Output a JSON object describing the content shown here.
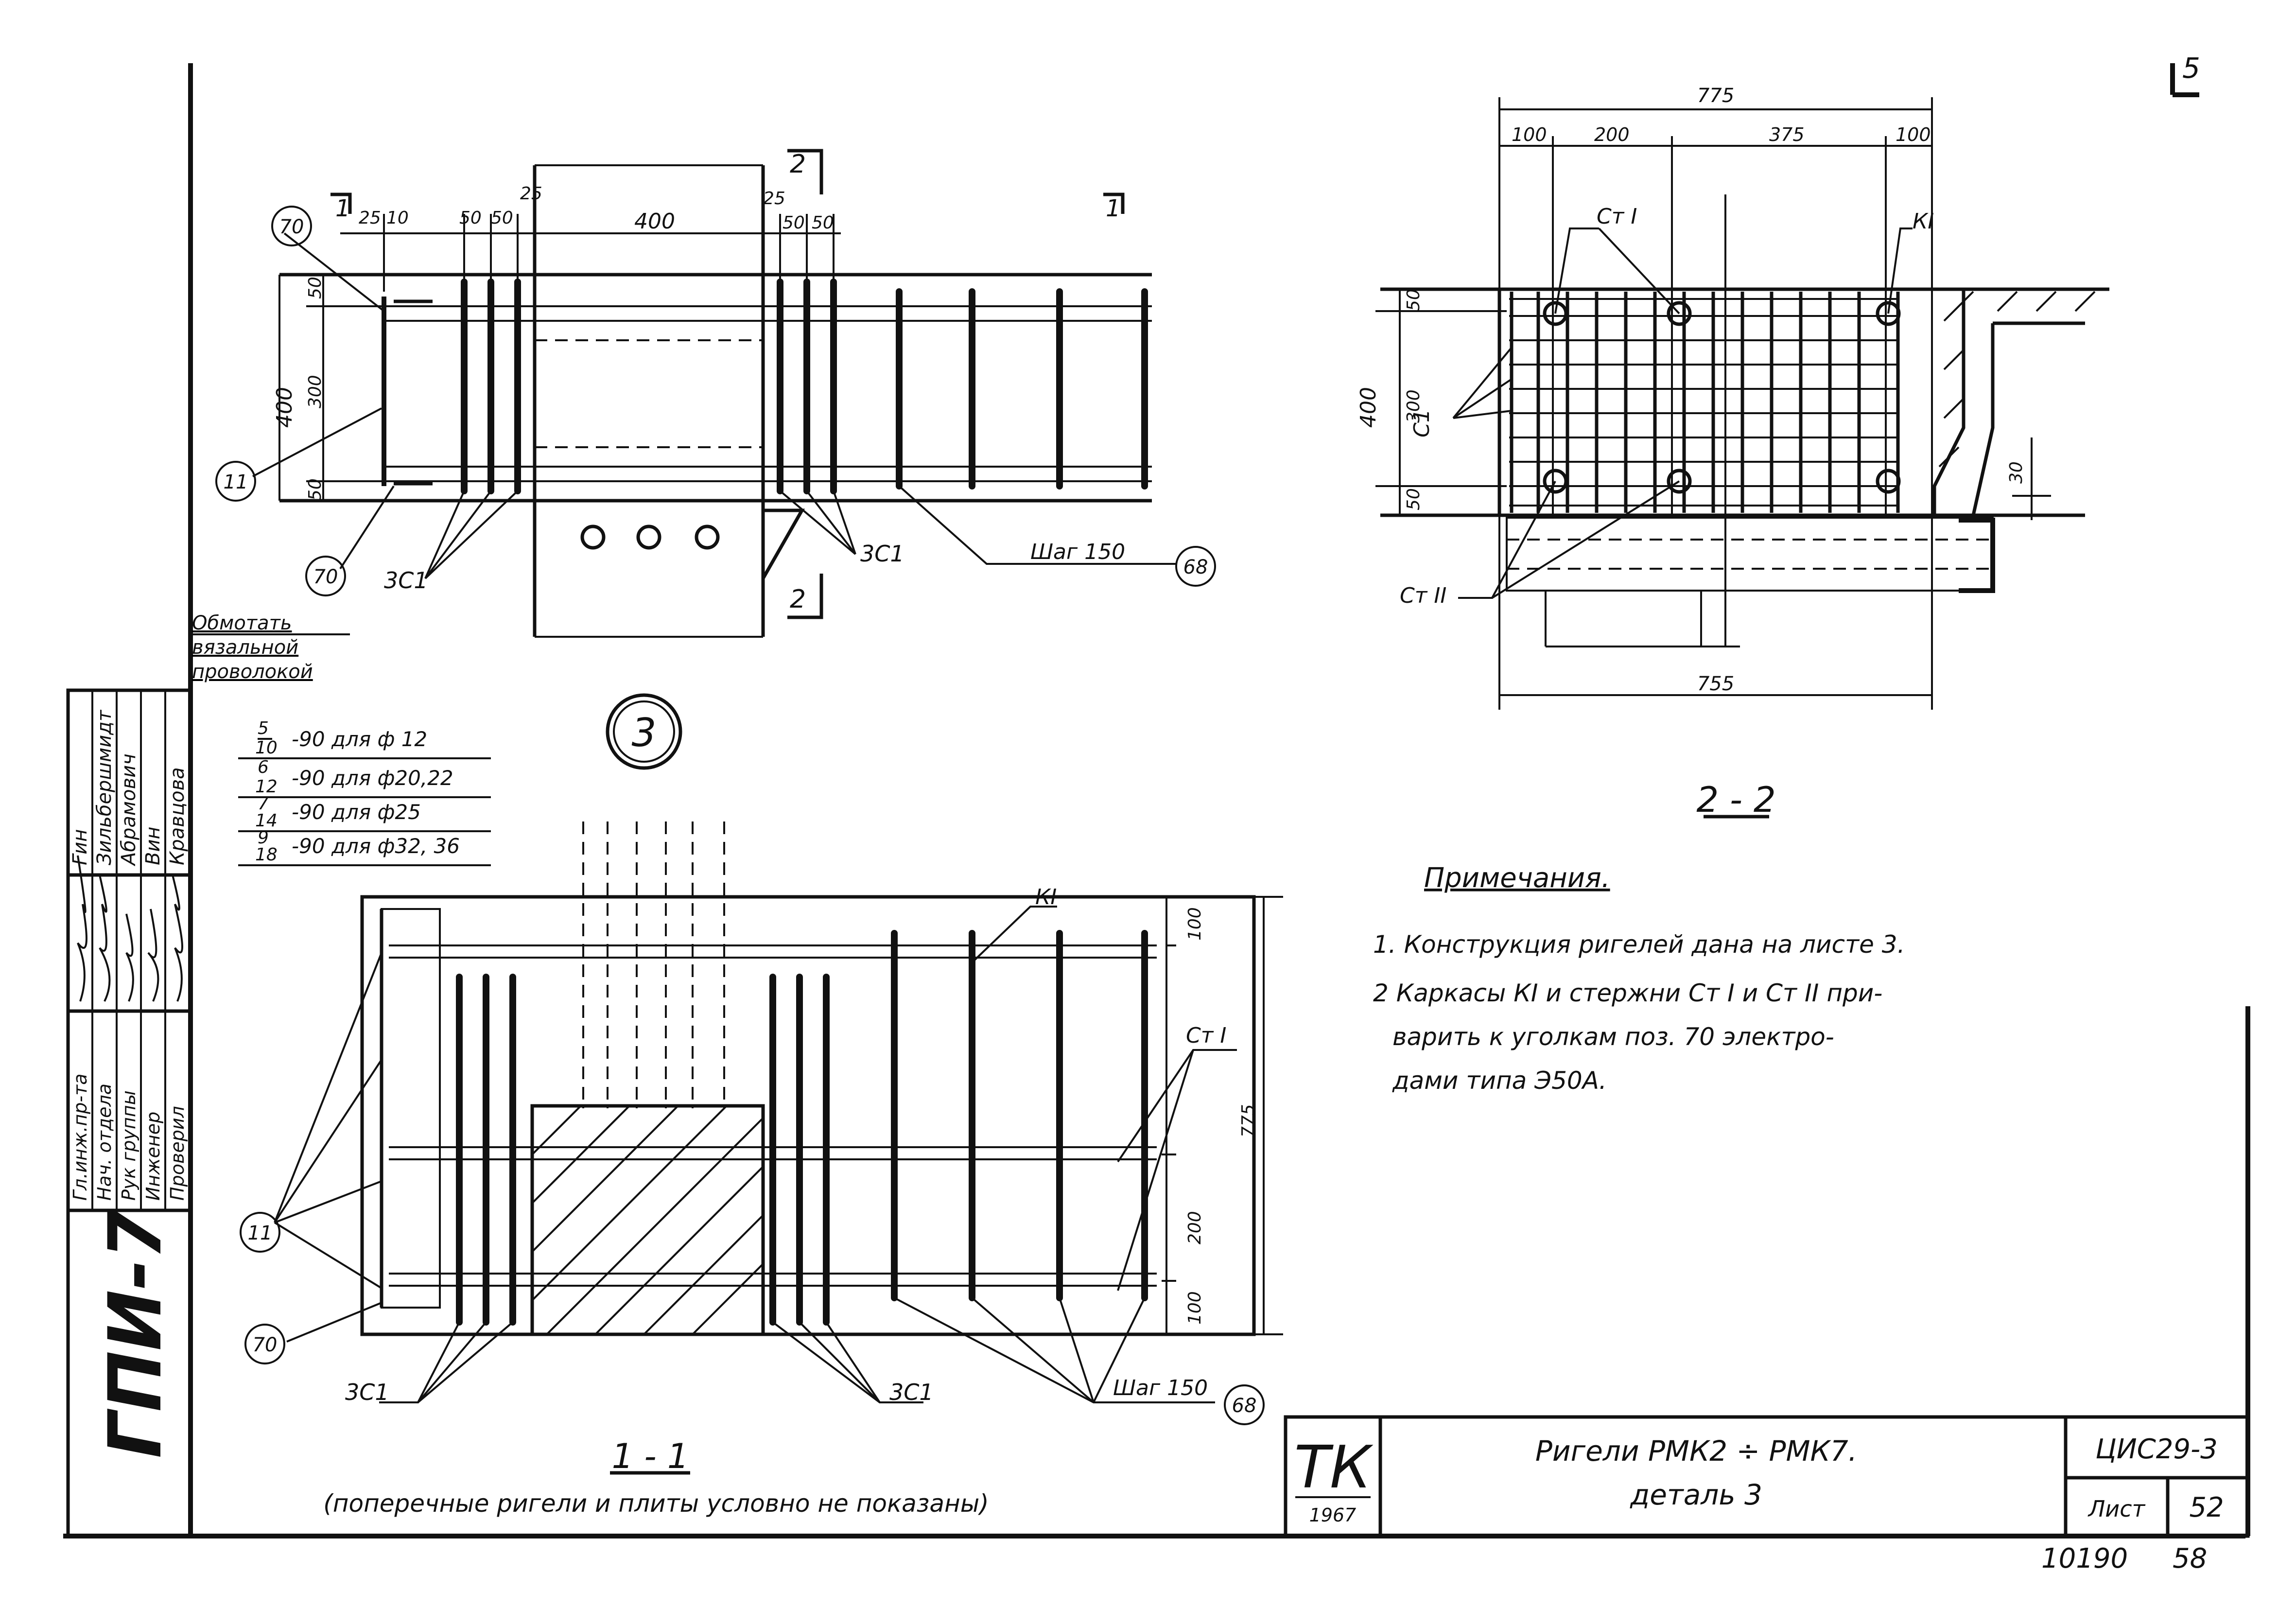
{
  "sheet_number_top": "5",
  "stamp_side": "ГПИ-7",
  "signature_roles": [
    "Гл.инж.пр-та",
    "Нач. отдела",
    "Рук группы",
    "Инженер",
    "Проверил"
  ],
  "signature_names": [
    "Гин",
    "Зильбершмидт",
    "Абрамович",
    "Вин",
    "Кравцова"
  ],
  "detail_marker": "3",
  "plan": {
    "section_cut_1": "1",
    "section_cut_2": "2",
    "dim_top": [
      "25",
      "10",
      "50",
      "50",
      "25",
      "400",
      "25",
      "50",
      "50"
    ],
    "dim_left": [
      "50",
      "300",
      "50",
      "400"
    ],
    "callout_70": "70",
    "callout_11": "11",
    "label_3c1": "3С1",
    "step_label": "Шаг 150",
    "callout_68": "68",
    "note_wrap": [
      "Обмотать",
      "вязальной",
      "проволокой"
    ]
  },
  "hook_table": [
    {
      "num": "5",
      "den": "10",
      "text": "-90 для ф 12"
    },
    {
      "num": "6",
      "den": "12",
      "text": "-90 для ф20,22"
    },
    {
      "num": "7",
      "den": "14",
      "text": "-90 для ф25"
    },
    {
      "num": "9",
      "den": "18",
      "text": "-90 для ф32, 36"
    }
  ],
  "section_1_1": {
    "label_k1": "КI",
    "label_st1": "Ст I",
    "dims_right": [
      "100",
      "775",
      "200",
      "100"
    ],
    "callout_11": "11",
    "callout_70": "70",
    "label_3c1": "3С1",
    "step_label": "Шаг 150",
    "callout_68": "68",
    "title": "1 - 1",
    "subtitle": "(поперечные ригели и плиты условно не показаны)"
  },
  "section_2_2": {
    "dims_top_total": "775",
    "dims_top": [
      "100",
      "200",
      "375",
      "100"
    ],
    "dims_left": [
      "50",
      "300",
      "50",
      "400"
    ],
    "dim_bottom": "755",
    "dim_30": "30",
    "label_st1": "Ст I",
    "label_k1": "КI",
    "label_c1": "С1",
    "label_st2": "Ст II",
    "title": "2 - 2"
  },
  "notes": {
    "heading": "Примечания.",
    "lines": [
      "1. Конструкция ригелей дана на листе 3.",
      "2 Каркасы КI и стержни Ст I и Ст II при-",
      "варить к уголкам поз. 70 электро-",
      "дами типа Э50А."
    ]
  },
  "title_block": {
    "logo": "ТК",
    "year": "1967",
    "title_line1": "Ригели РМК2 ÷ РМК7.",
    "title_line2": "деталь 3",
    "series": "ЦИС29-3",
    "sheet_label": "Лист",
    "sheet_no": "52"
  },
  "footer": {
    "code": "10190",
    "page": "58"
  }
}
